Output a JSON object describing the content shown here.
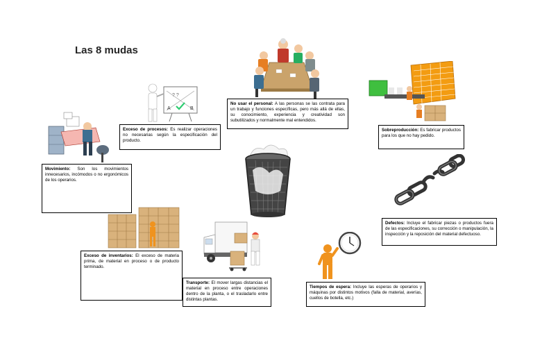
{
  "title": "Las 8 mudas",
  "cards": {
    "personal": {
      "label": "No usar el personal:",
      "text": " A las personas se las contrata para un trabajo y funciones específicas, pero más allá de ellas, su conocimiento, experiencia y creatividad son subutilizados y normalmente mal entendidos."
    },
    "proceso": {
      "label": "Exceso de procesos:",
      "text": " Es realizar operaciones no necesarias según la especificación del producto."
    },
    "sobreproduccion": {
      "label": "Sobreproducción:",
      "text": " Es fabricar productos para los que no hay pedido."
    },
    "movimiento": {
      "label": "Movimiento:",
      "text": " Son los movimientos innecesarios, incómodos o no ergonómicos de los operarios."
    },
    "defectos": {
      "label": "Defectos:",
      "text": " Incluye el fabricar piezas o productos fuera de las especificaciones, su corrección o manipulación, la inspección y la reposición del material defectuoso."
    },
    "inventarios": {
      "label": "Exceso de inventarios:",
      "text": " El exceso de materia prima, de material en proceso o de producto terminado."
    },
    "transporte": {
      "label": "Transporte:",
      "text": " El mover largas distancias el material en proceso entre operaciones dentro de la planta, o el trasladarlo entre distintas plantas."
    },
    "espera": {
      "label": "Tiempos de espera:",
      "text": " Incluye las esperas de operarios y máquinas por distintos motivos (falla de material, averías, cuellos de botella, etc.)"
    }
  },
  "icons": {
    "meeting": "meeting-illustration",
    "presenter": "presenter-with-board",
    "factory": "factory-boxes-illustration",
    "desk": "stressed-worker-desk",
    "bin": "wastebasket",
    "chain": "broken-chain",
    "boxes": "box-stack-with-worker",
    "truck": "delivery-truck",
    "clock": "waiting-figure-clock"
  },
  "colors": {
    "orange_figure": "#f0931e",
    "box_tan": "#d9b27c",
    "title": "#262626"
  }
}
